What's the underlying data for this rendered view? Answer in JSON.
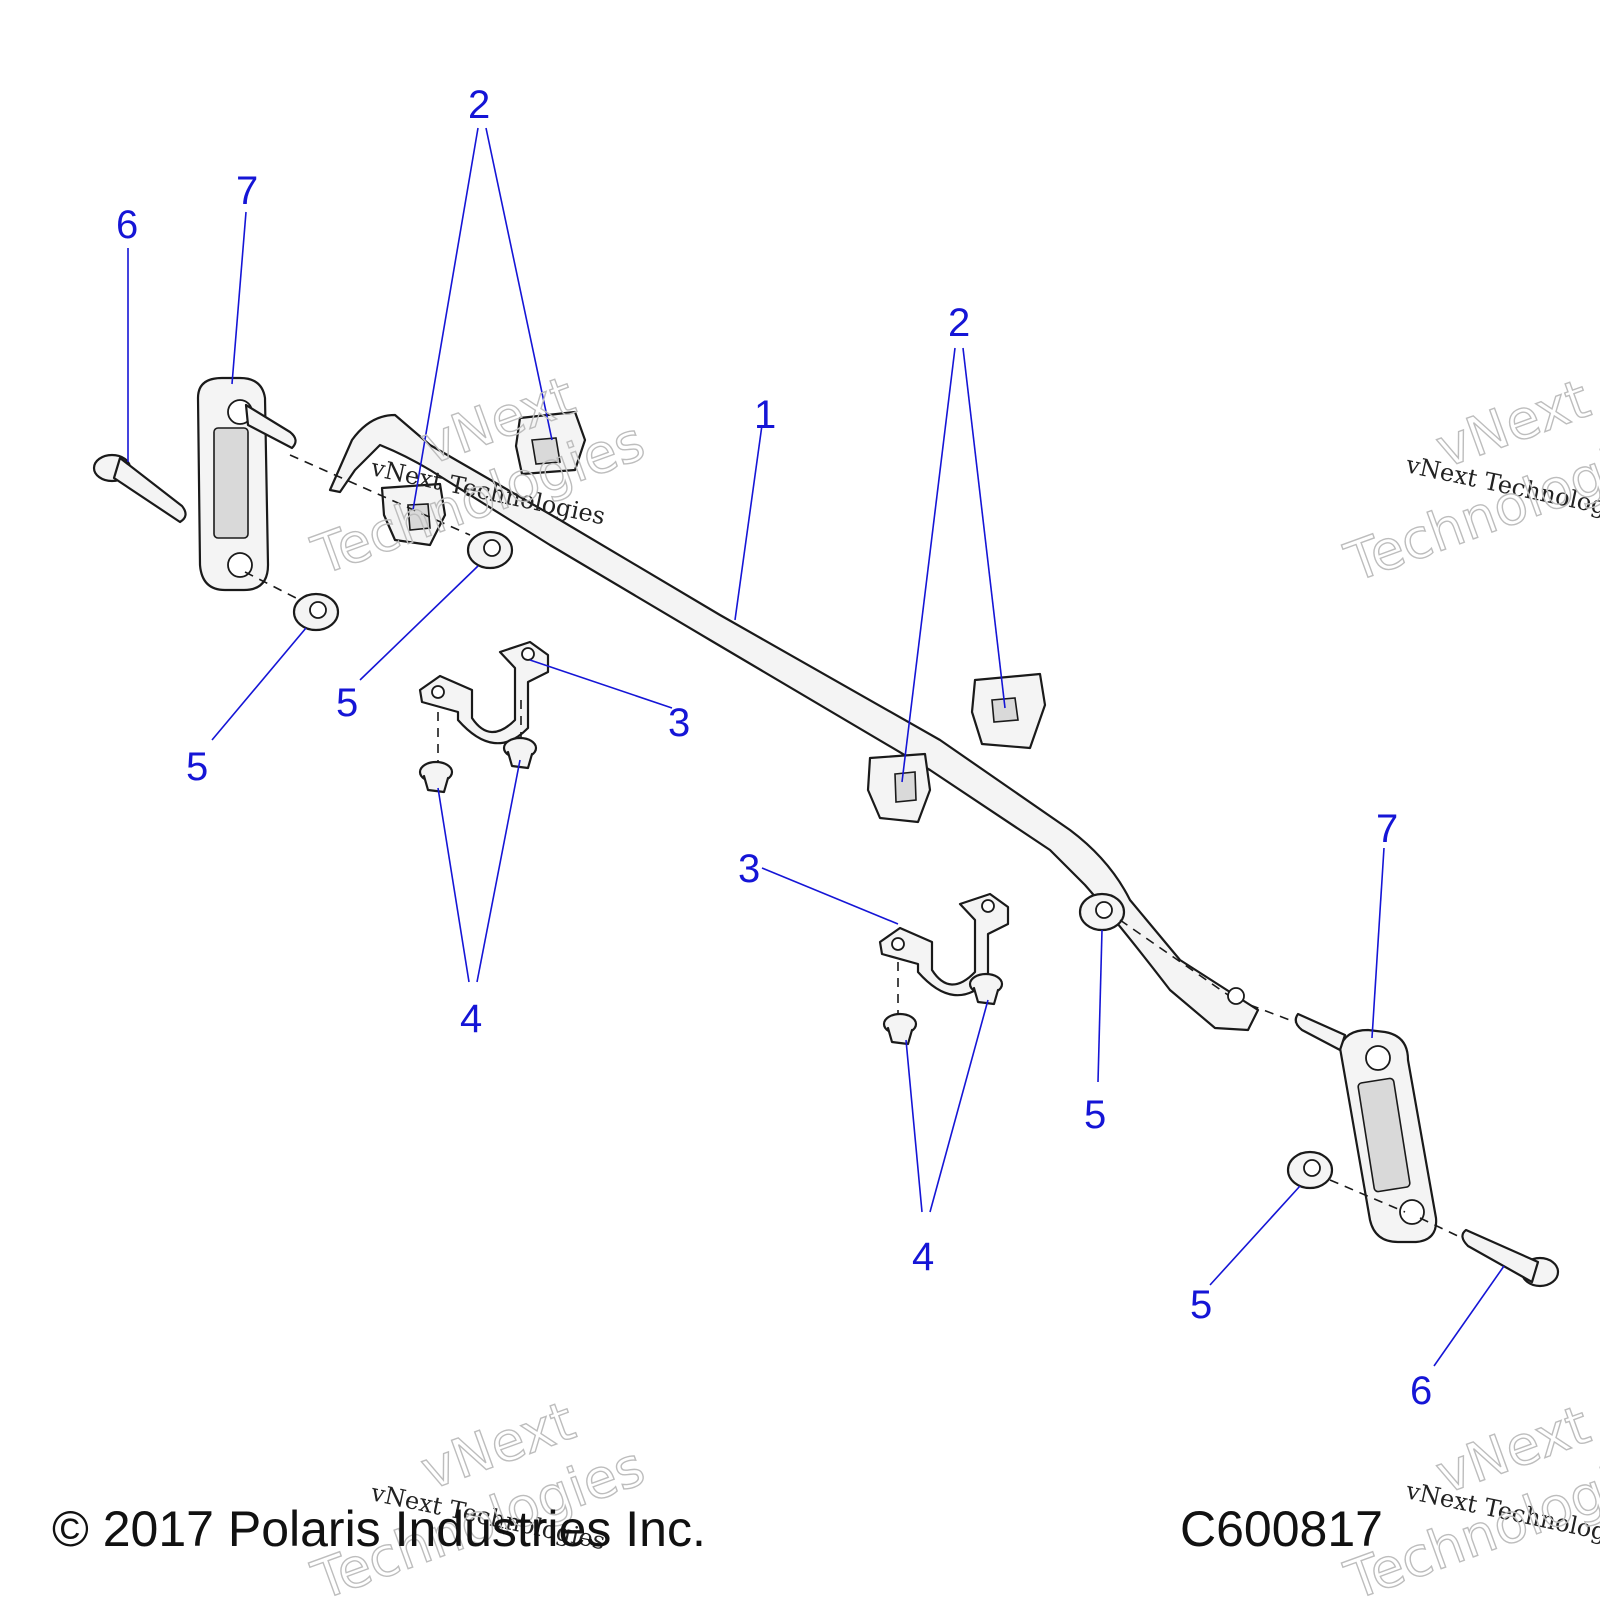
{
  "callouts": [
    {
      "id": "c1",
      "label": "1"
    },
    {
      "id": "c2a",
      "label": "2"
    },
    {
      "id": "c2b",
      "label": "2"
    },
    {
      "id": "c3a",
      "label": "3"
    },
    {
      "id": "c3b",
      "label": "3"
    },
    {
      "id": "c4a",
      "label": "4"
    },
    {
      "id": "c4b",
      "label": "4"
    },
    {
      "id": "c5a",
      "label": "5"
    },
    {
      "id": "c5b",
      "label": "5"
    },
    {
      "id": "c5c",
      "label": "5"
    },
    {
      "id": "c5d",
      "label": "5"
    },
    {
      "id": "c6a",
      "label": "6"
    },
    {
      "id": "c6b",
      "label": "6"
    },
    {
      "id": "c7a",
      "label": "7"
    },
    {
      "id": "c7b",
      "label": "7"
    }
  ],
  "watermark": {
    "script_text": "vNext Technologies",
    "outline_line1": "vNext",
    "outline_line2": "Technologies"
  },
  "footer": {
    "copyright": "© 2017 Polaris Industries Inc.",
    "drawing_number": "C600817"
  },
  "colors": {
    "callout": "#1515d6",
    "line": "#1a1a1a"
  }
}
